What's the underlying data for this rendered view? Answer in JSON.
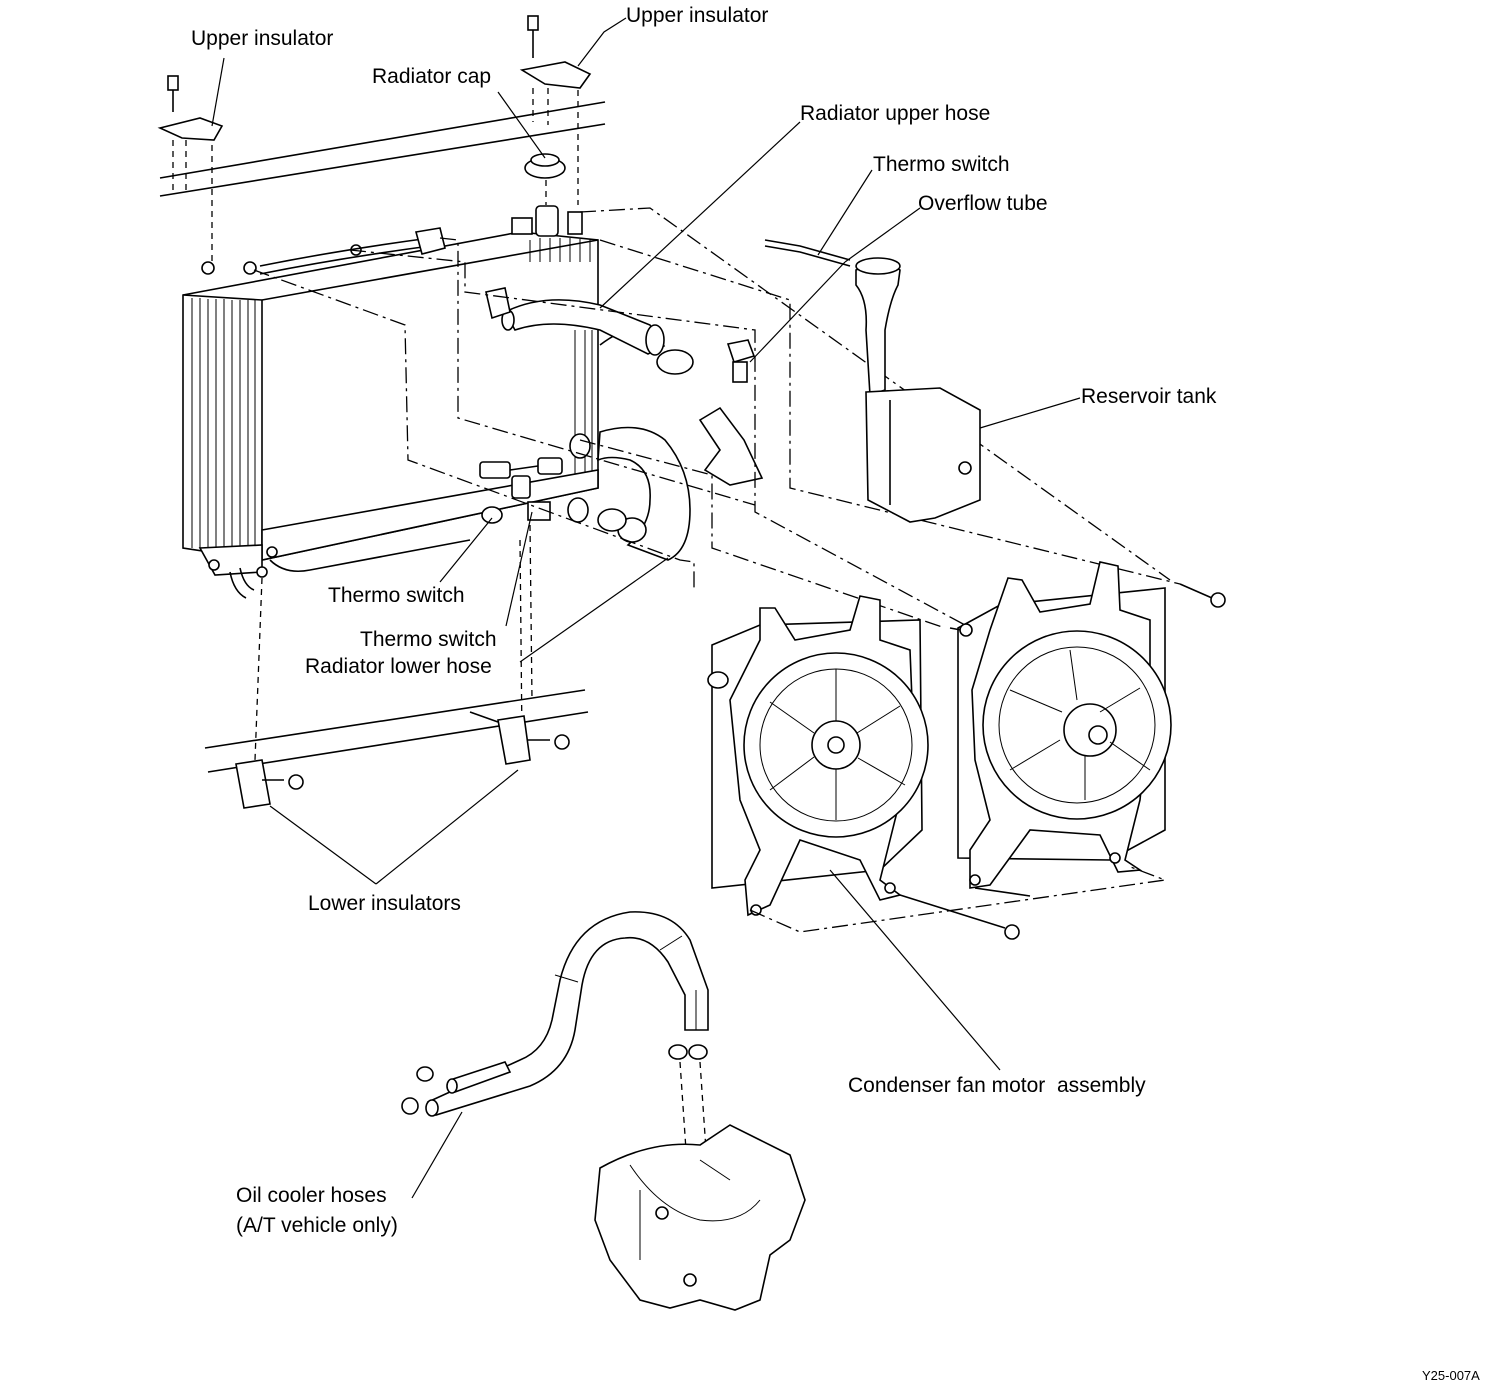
{
  "labels": {
    "upper_insulator_left": "Upper insulator",
    "upper_insulator_right": "Upper insulator",
    "radiator_cap": "Radiator cap",
    "radiator_upper_hose": "Radiator upper hose",
    "thermo_switch_top": "Thermo switch",
    "overflow_tube": "Overflow tube",
    "reservoir_tank": "Reservoir tank",
    "thermo_switch_lower_1": "Thermo switch",
    "thermo_switch_lower_2": "Thermo switch",
    "radiator_lower_hose": "Radiator lower hose",
    "lower_insulators": "Lower insulators",
    "condenser_fan_motor_assembly": "Condenser fan motor  assembly",
    "oil_cooler_hoses_line1": "Oil cooler hoses",
    "oil_cooler_hoses_line2": "(A/T vehicle only)"
  },
  "figure_code": "Y25-007A"
}
